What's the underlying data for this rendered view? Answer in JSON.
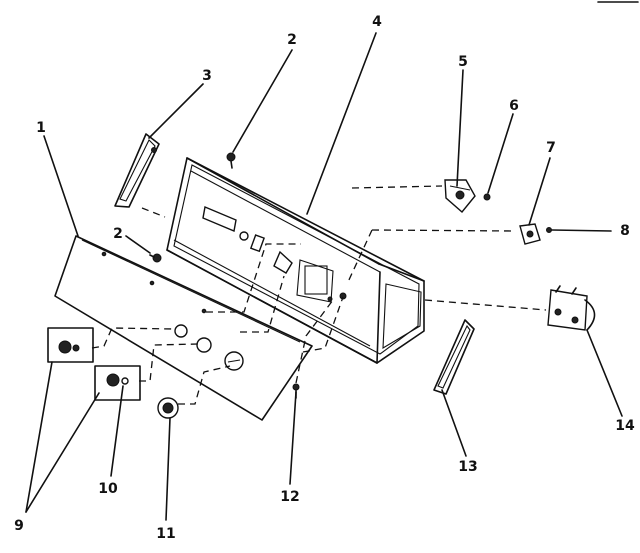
{
  "diagram": {
    "callouts": [
      "1",
      "2",
      "2",
      "3",
      "4",
      "5",
      "6",
      "7",
      "8",
      "9",
      "10",
      "11",
      "12",
      "13",
      "14"
    ]
  },
  "colors": {
    "ink": "#111111",
    "paper": "#ffffff"
  }
}
